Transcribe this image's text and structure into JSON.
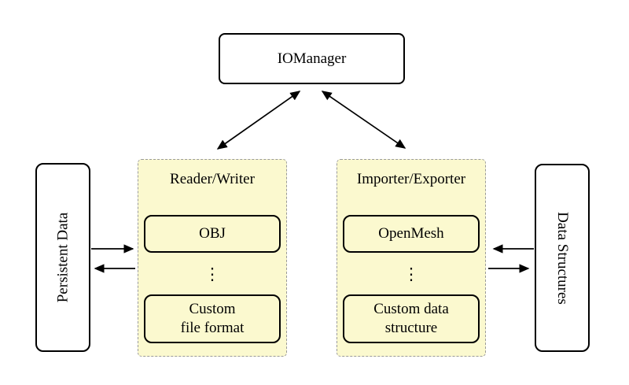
{
  "diagram": {
    "root": {
      "label": "IOManager"
    },
    "persistent_data": {
      "label": "Persistent Data"
    },
    "data_structures": {
      "label": "Data Structures"
    },
    "reader_writer": {
      "title": "Reader/Writer",
      "top_item": "OBJ",
      "ellipsis": "⋮",
      "bottom_item_line1": "Custom",
      "bottom_item_line2": "file format"
    },
    "importer_exporter": {
      "title": "Importer/Exporter",
      "top_item": "OpenMesh",
      "ellipsis": "⋮",
      "bottom_item_line1": "Custom data",
      "bottom_item_line2": "structure"
    },
    "colors": {
      "panel_fill": "#FBF9CF",
      "panel_border": "#9A9A9A",
      "box_border": "#000000",
      "box_fill": "#FFFFFF",
      "background": "#FFFFFF"
    },
    "connections": [
      {
        "from": "IOManager",
        "to": "Reader/Writer",
        "type": "bidirectional"
      },
      {
        "from": "IOManager",
        "to": "Importer/Exporter",
        "type": "bidirectional"
      },
      {
        "from": "Persistent Data",
        "to": "Reader/Writer",
        "type": "one-way"
      },
      {
        "from": "Reader/Writer",
        "to": "Persistent Data",
        "type": "one-way"
      },
      {
        "from": "Data Structures",
        "to": "Importer/Exporter",
        "type": "one-way"
      },
      {
        "from": "Importer/Exporter",
        "to": "Data Structures",
        "type": "one-way"
      }
    ]
  }
}
